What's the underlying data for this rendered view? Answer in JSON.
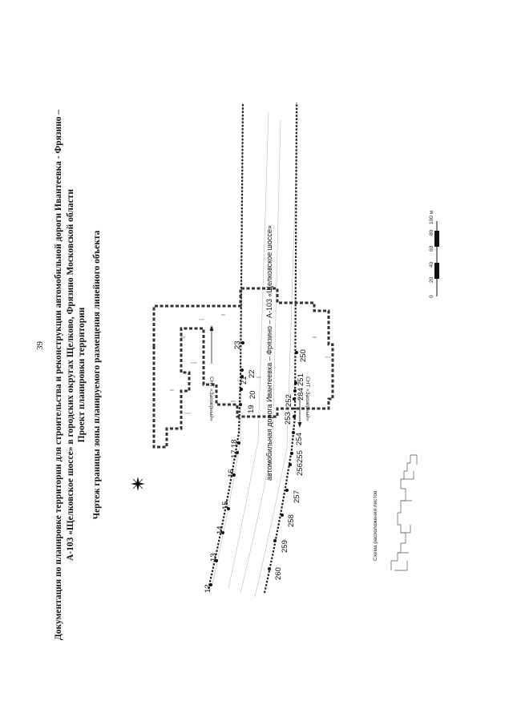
{
  "page_number": "39",
  "title_lines": [
    "Документация по планировке территории для строительства и реконструкции автомобильной дороги Ивантеевка - Фрязино –",
    "А-103 «Щелковское шоссе» в городских округах Щелково, Фрязино Московской области",
    "Проект планировки территории"
  ],
  "drawing_title": "Чертеж границы зоны планируемого размещения линейного объекта",
  "road_label": "автомобильная дорога Ивантеевка – Фрязино – А-103 «Щелковское шоссе»",
  "snt_top": "СНТ «Заозерный»",
  "snt_bottom": "СНТ «Заозерный»",
  "inset_title": "Схема расположения листов",
  "scale": {
    "ticks": [
      "0",
      "20",
      "40",
      "60",
      "80",
      "100 м"
    ]
  },
  "points_upper": [
    "12",
    "13",
    "14",
    "15",
    "16",
    "17",
    "18",
    "19",
    "20",
    "21",
    "22",
    "23"
  ],
  "points_lower": [
    "260",
    "259",
    "258",
    "257",
    "256",
    "255",
    "254",
    "253",
    "252",
    "284",
    "251",
    "250"
  ]
}
